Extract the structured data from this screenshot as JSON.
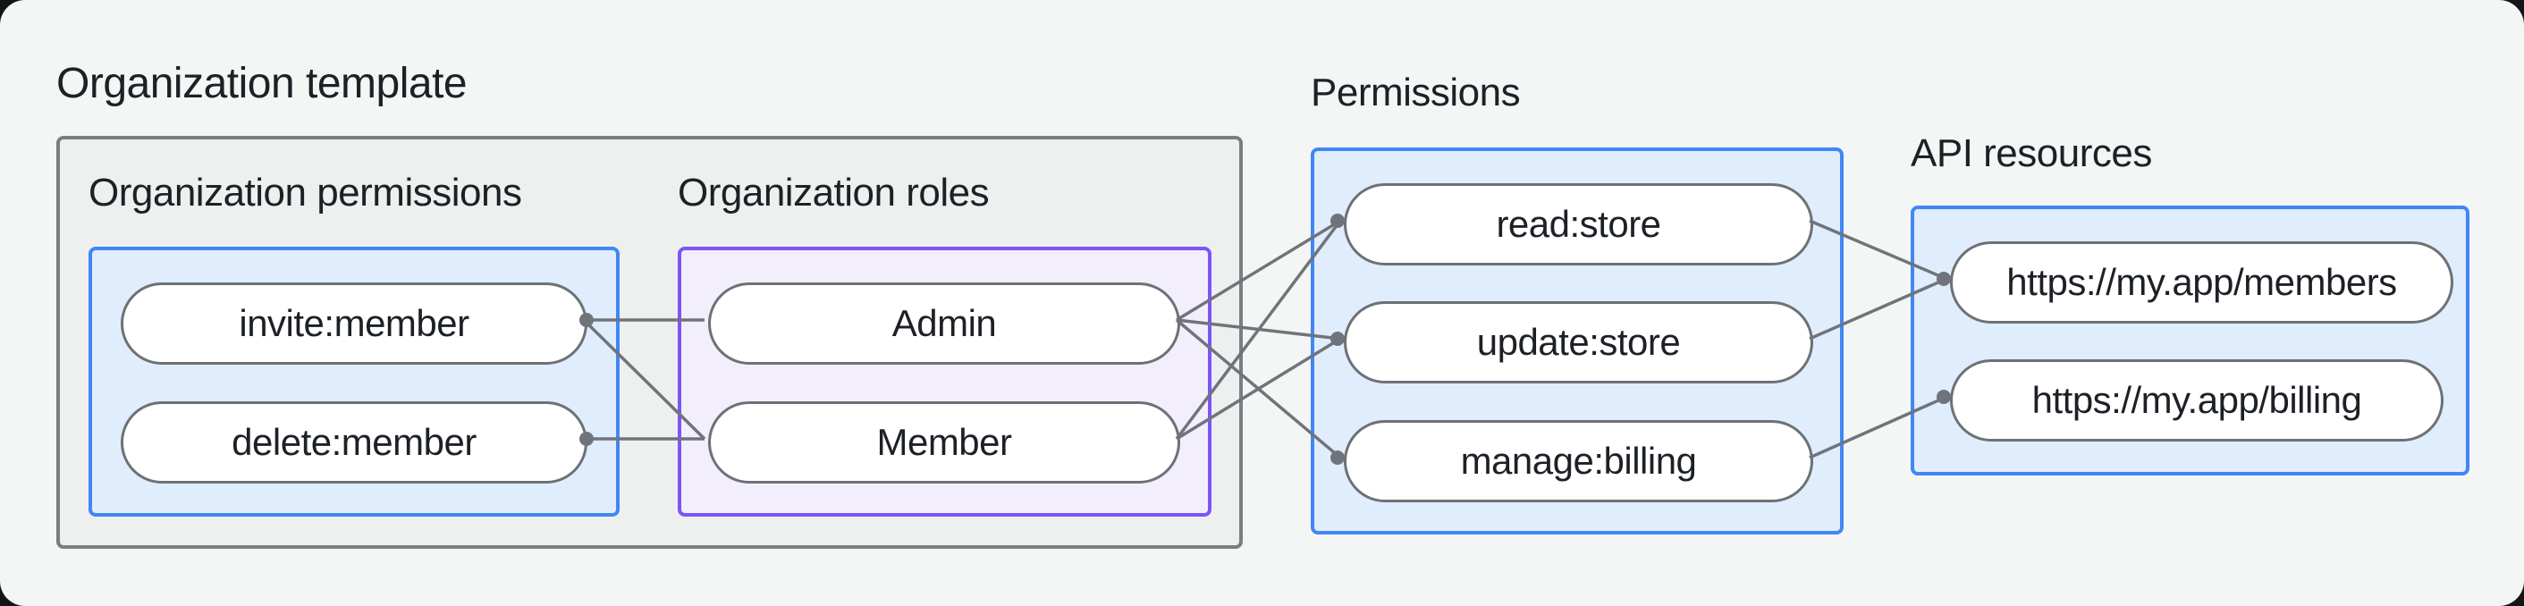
{
  "title": "Organization template",
  "groups": {
    "org_permissions": {
      "label": "Organization permissions",
      "nodes": [
        {
          "id": "invite",
          "label": "invite:member"
        },
        {
          "id": "delete",
          "label": "delete:member"
        }
      ]
    },
    "org_roles": {
      "label": "Organization roles",
      "nodes": [
        {
          "id": "admin",
          "label": "Admin"
        },
        {
          "id": "member",
          "label": "Member"
        }
      ]
    },
    "permissions": {
      "label": "Permissions",
      "nodes": [
        {
          "id": "read",
          "label": "read:store"
        },
        {
          "id": "update",
          "label": "update:store"
        },
        {
          "id": "manage",
          "label": "manage:billing"
        }
      ]
    },
    "api_resources": {
      "label": "API resources",
      "nodes": [
        {
          "id": "members_api",
          "label": "https://my.app/members"
        },
        {
          "id": "billing_api",
          "label": "https://my.app/billing"
        }
      ]
    }
  },
  "edges": [
    {
      "from": "invite",
      "to": "admin"
    },
    {
      "from": "invite",
      "to": "member"
    },
    {
      "from": "delete",
      "to": "member"
    },
    {
      "from": "admin",
      "to": "read"
    },
    {
      "from": "admin",
      "to": "update"
    },
    {
      "from": "admin",
      "to": "manage"
    },
    {
      "from": "member",
      "to": "read"
    },
    {
      "from": "member",
      "to": "update"
    },
    {
      "from": "read",
      "to": "members_api"
    },
    {
      "from": "update",
      "to": "members_api"
    },
    {
      "from": "manage",
      "to": "billing_api"
    }
  ],
  "colors": {
    "page_bg": "#f4f6f5",
    "outer_box_fill": "#eef0ef",
    "outer_box_border": "#797e83",
    "blue_box_fill": "#e0edfc",
    "blue_box_border": "#4286f5",
    "purple_box_fill": "#f3eefc",
    "purple_box_border": "#7b55f7",
    "pill_fill": "#ffffff",
    "pill_border": "#6d7175",
    "edge_line": "#70747a",
    "text": "#1d2126"
  }
}
